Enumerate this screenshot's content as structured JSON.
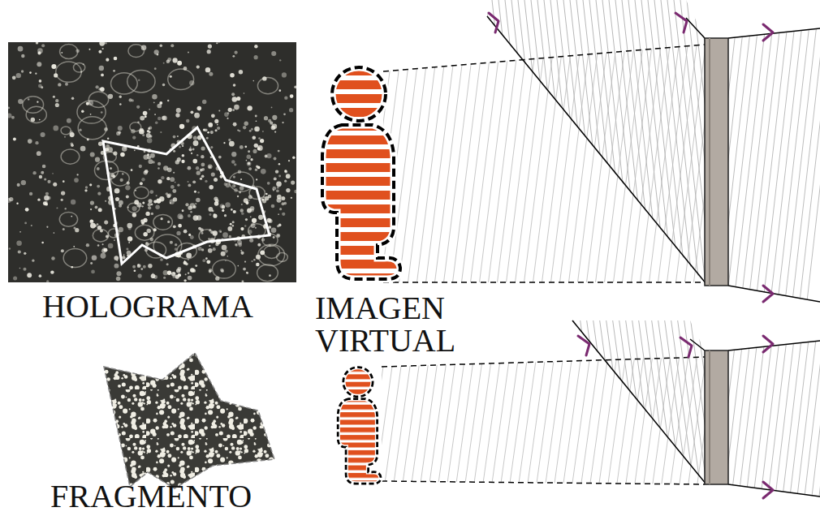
{
  "diagram": {
    "labels": [
      "HOLOGRAMA",
      "IMAGEN VIRTUAL",
      "FRAGMENTO"
    ]
  }
}
